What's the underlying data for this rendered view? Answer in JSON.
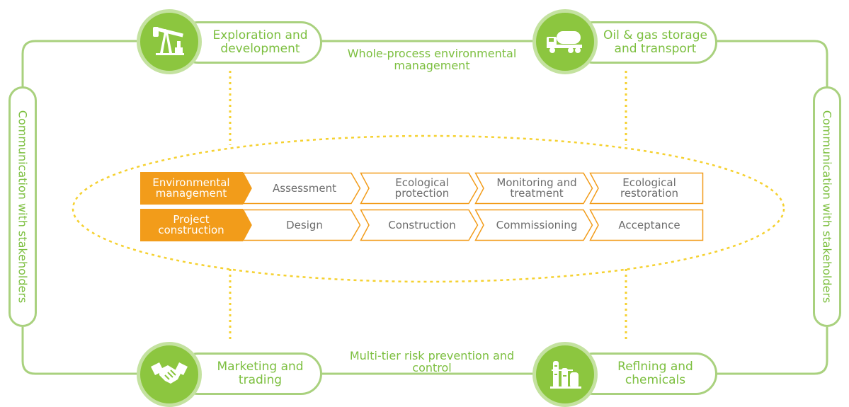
{
  "colors": {
    "green": "#8cc63f",
    "green_light": "#a9d17e",
    "orange": "#f29c1a",
    "dotted_yellow": "#f5d130",
    "text_green": "#7cbf3f",
    "text_gray": "#6d6d6d"
  },
  "stages": {
    "exploration": {
      "label": "Exploration and development",
      "icon": "oil-pump-icon"
    },
    "storage": {
      "label": "Oil & gas storage and transport",
      "icon": "tanker-truck-icon"
    },
    "marketing": {
      "label": "Marketing and trading",
      "icon": "handshake-icon"
    },
    "refining": {
      "label": "Reflning and chemicals",
      "icon": "refinery-icon"
    }
  },
  "middle_labels": {
    "top": "Whole-process environmental management",
    "bottom": "Multi-tier risk prevention and control"
  },
  "side_labels": {
    "left": "Communication with stakeholders",
    "right": "Communication with stakeholders"
  },
  "process_rows": [
    {
      "header": "Environmental management",
      "steps": [
        "Assessment",
        "Ecological protection",
        "Monitoring and treatment",
        "Ecological restoration"
      ]
    },
    {
      "header": "Project construction",
      "steps": [
        "Design",
        "Construction",
        "Commissioning",
        "Acceptance"
      ]
    }
  ]
}
